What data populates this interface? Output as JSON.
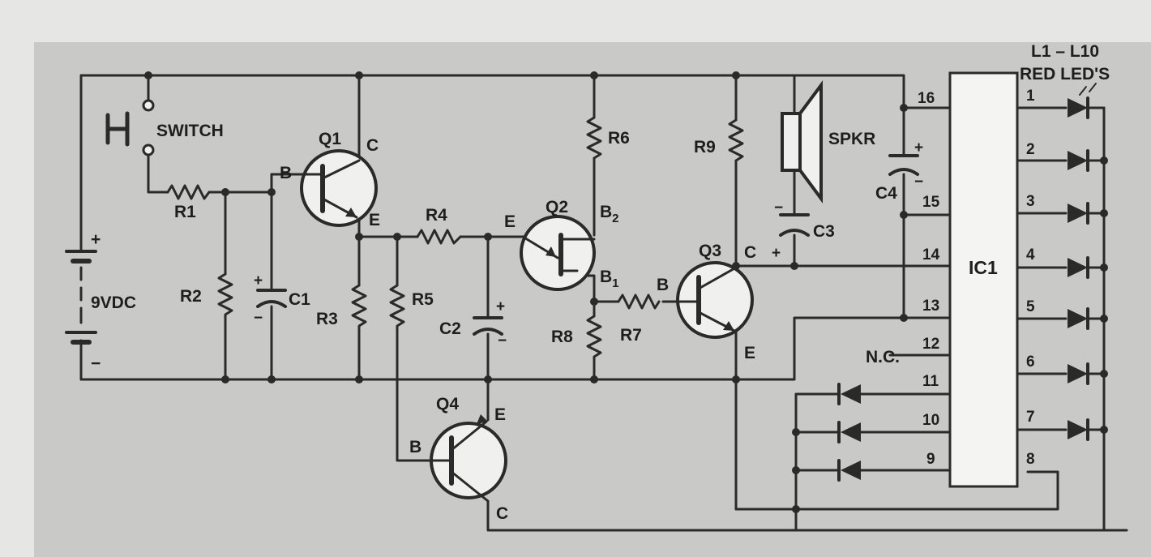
{
  "colors": {
    "page": "#e6e6e4",
    "panel": "#c9c9c7",
    "ink": "#2a2a2a",
    "ic_fill": "#f4f4f2",
    "transistor_fill": "#f0f0ee"
  },
  "labels": {
    "switch": "SWITCH",
    "battery": "9VDC",
    "battery_plus": "+",
    "battery_minus": "−",
    "r1": "R1",
    "r2": "R2",
    "r3": "R3",
    "r4": "R4",
    "r5": "R5",
    "r6": "R6",
    "r7": "R7",
    "r8": "R8",
    "r9": "R9",
    "c1": "C1",
    "c2": "C2",
    "c3": "C3",
    "c4": "C4",
    "q1": "Q1",
    "q2": "Q2",
    "q3": "Q3",
    "q4": "Q4",
    "spkr": "SPKR",
    "ic1": "IC1",
    "nc": "N.C.",
    "leds_title_1": "L1 – L10",
    "leds_title_2": "RED LED'S",
    "plus": "+",
    "minus": "−",
    "pin_b": "B",
    "pin_c": "C",
    "pin_e": "E",
    "q2_b2": "B",
    "q2_b2_sub": "2",
    "q2_b1": "B",
    "q2_b1_sub": "1"
  },
  "ic_pins_left": [
    "16",
    "15",
    "14",
    "13",
    "12",
    "11",
    "10",
    "9"
  ],
  "ic_pins_right": [
    "1",
    "2",
    "3",
    "4",
    "5",
    "6",
    "7",
    "8"
  ]
}
